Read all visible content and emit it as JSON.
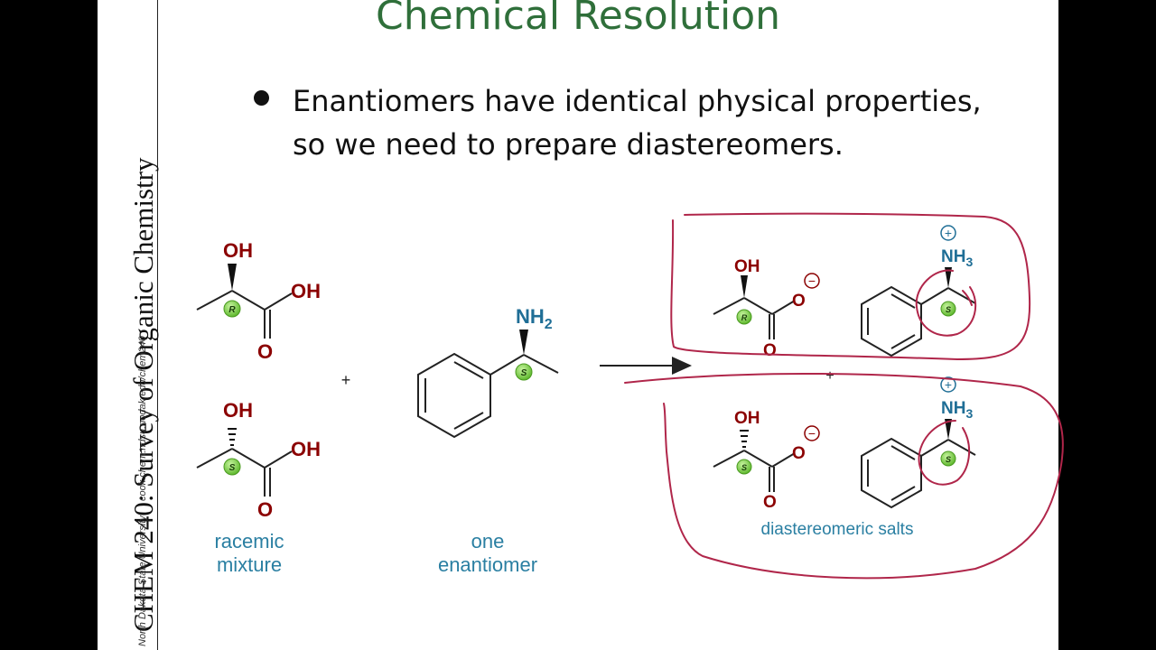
{
  "slide": {
    "title": "Chemical Resolution",
    "bullet_line1": "Enantiomers have identical physical properties,",
    "bullet_line2": "so we need to prepare diastereomers."
  },
  "sidebar": {
    "course_title": "CHEM 240: Survey of Organic Chemistry",
    "university": "North Dakota State University",
    "url": "cook.chem.ndsu.nodak.edu/chem240"
  },
  "molecules": {
    "oh_label": "OH",
    "o_label": "O",
    "o_anion_label": "O",
    "nh_label": "NH",
    "subscript_2": "2",
    "subscript_3": "3",
    "stereo_r": "R",
    "stereo_s": "S",
    "plus_sign": "+",
    "minus_symbol": "−"
  },
  "captions": {
    "racemic_line1": "racemic",
    "racemic_line2": "mixture",
    "enantiomer_line1": "one",
    "enantiomer_line2": "enantiomer",
    "salts": "diastereomeric salts"
  },
  "colors": {
    "title_green": "#2f6f3a",
    "atom_red": "#8b0000",
    "nitrogen_blue": "#1f6e96",
    "caption_blue": "#2a7fa2",
    "ink_red": "#b0264a",
    "stereo_green": "#7cd04a"
  }
}
